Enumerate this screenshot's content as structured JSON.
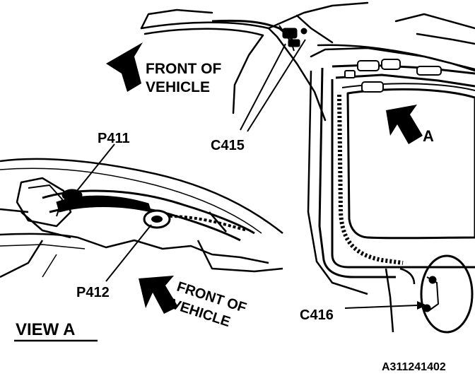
{
  "labels": {
    "front_top_line1": "FRONT OF",
    "front_top_line2": "VEHICLE",
    "front_bottom_line1": "FRONT OF",
    "front_bottom_line2": "VEHICLE",
    "c415": "C415",
    "c416": "C416",
    "p411": "P411",
    "p412": "P412",
    "view_arrow": "A",
    "view_title": "VIEW A",
    "figure_id": "A311241402"
  },
  "colors": {
    "ink": "#000000",
    "paper": "#ffffff"
  }
}
